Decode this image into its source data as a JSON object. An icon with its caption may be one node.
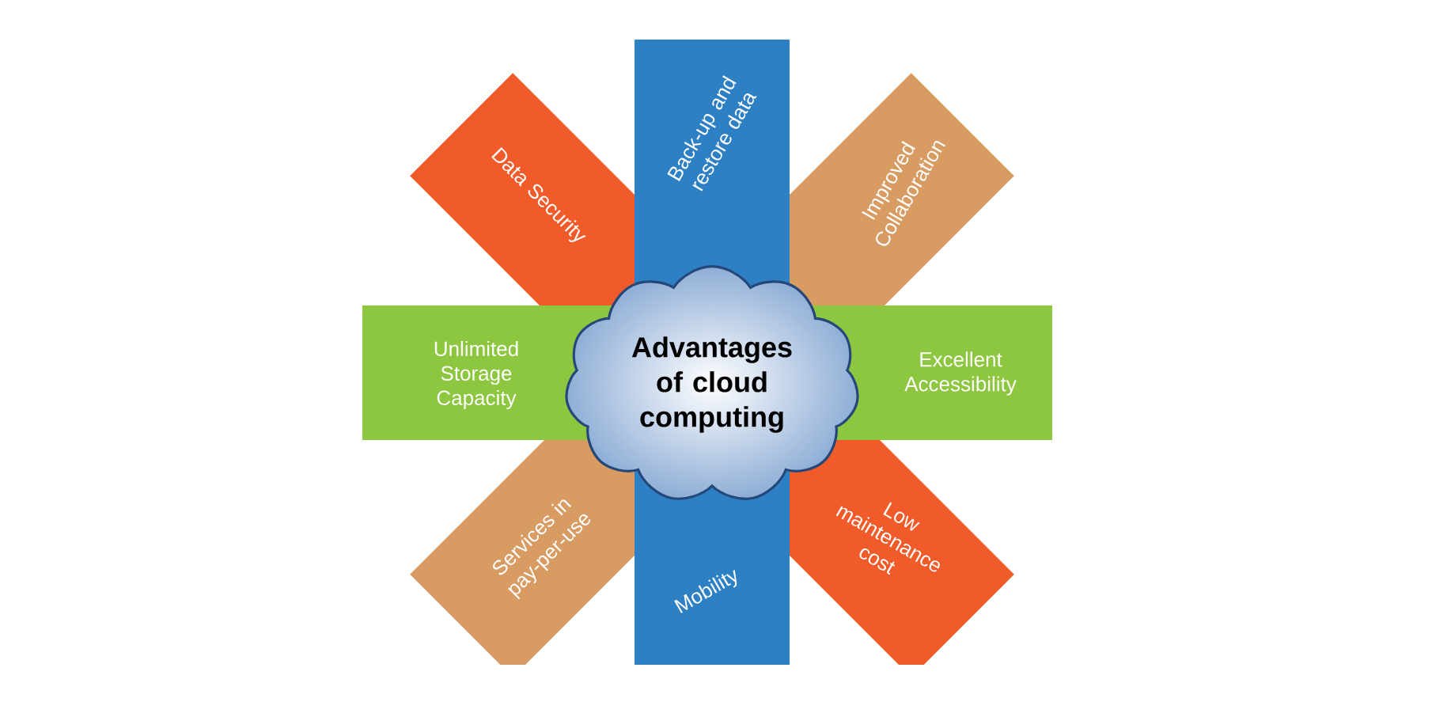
{
  "diagram": {
    "nodes": [
      {
        "text": [
          "Data Security"
        ]
      },
      {
        "text": [
          "Back-up and restore data"
        ]
      },
      {
        "text": [
          "Improved Collaboration"
        ]
      },
      {
        "text": [
          "Unlimited Storage Capacity"
        ]
      },
      {
        "text": [
          "Advantages of cloud computing"
        ]
      },
      {
        "text": [
          "Excellent Accessibility"
        ]
      },
      {
        "text": [
          "Services in pay-per-use"
        ]
      },
      {
        "text": [
          "Mobility"
        ]
      },
      {
        "text": [
          "Low maintenance cost"
        ]
      }
    ]
  }
}
